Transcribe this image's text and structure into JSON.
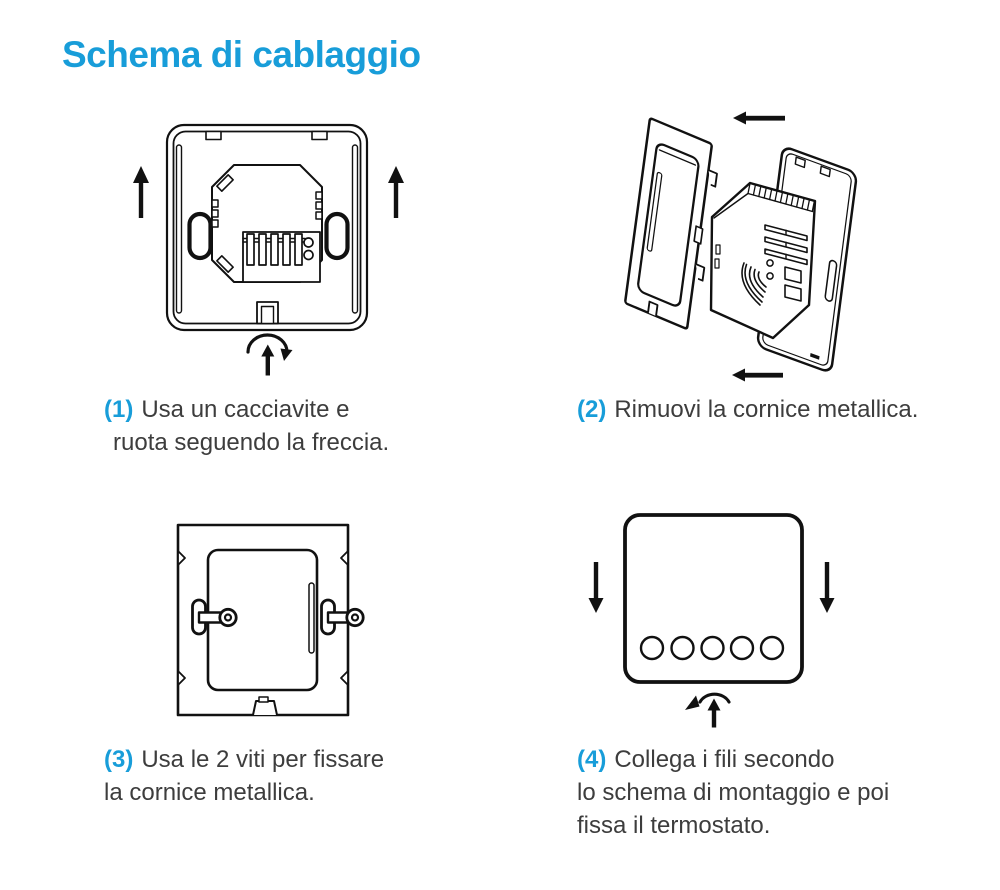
{
  "page": {
    "title": "Schema di cablaggio"
  },
  "colors": {
    "accent": "#189dd9",
    "caption_text": "#3d3d3d",
    "line_art": "#111111",
    "background": "#ffffff"
  },
  "steps": [
    {
      "num": "(1)",
      "line1": "Usa un cacciavite e",
      "line2": "ruota seguendo la freccia.",
      "figure": "thermostat-backplate-unscrew"
    },
    {
      "num": "(2)",
      "line1": "Rimuovi la cornice metallica.",
      "figure": "metal-frame-removal-exploded"
    },
    {
      "num": "(3)",
      "line1": "Usa le 2 viti per fissare",
      "line2": "la cornice metallica.",
      "figure": "metal-frame-two-screws"
    },
    {
      "num": "(4)",
      "line1": "Collega i fili secondo",
      "line2": "lo schema di montaggio e poi",
      "line3": "fissa il termostato.",
      "figure": "thermostat-front-mounting"
    }
  ]
}
